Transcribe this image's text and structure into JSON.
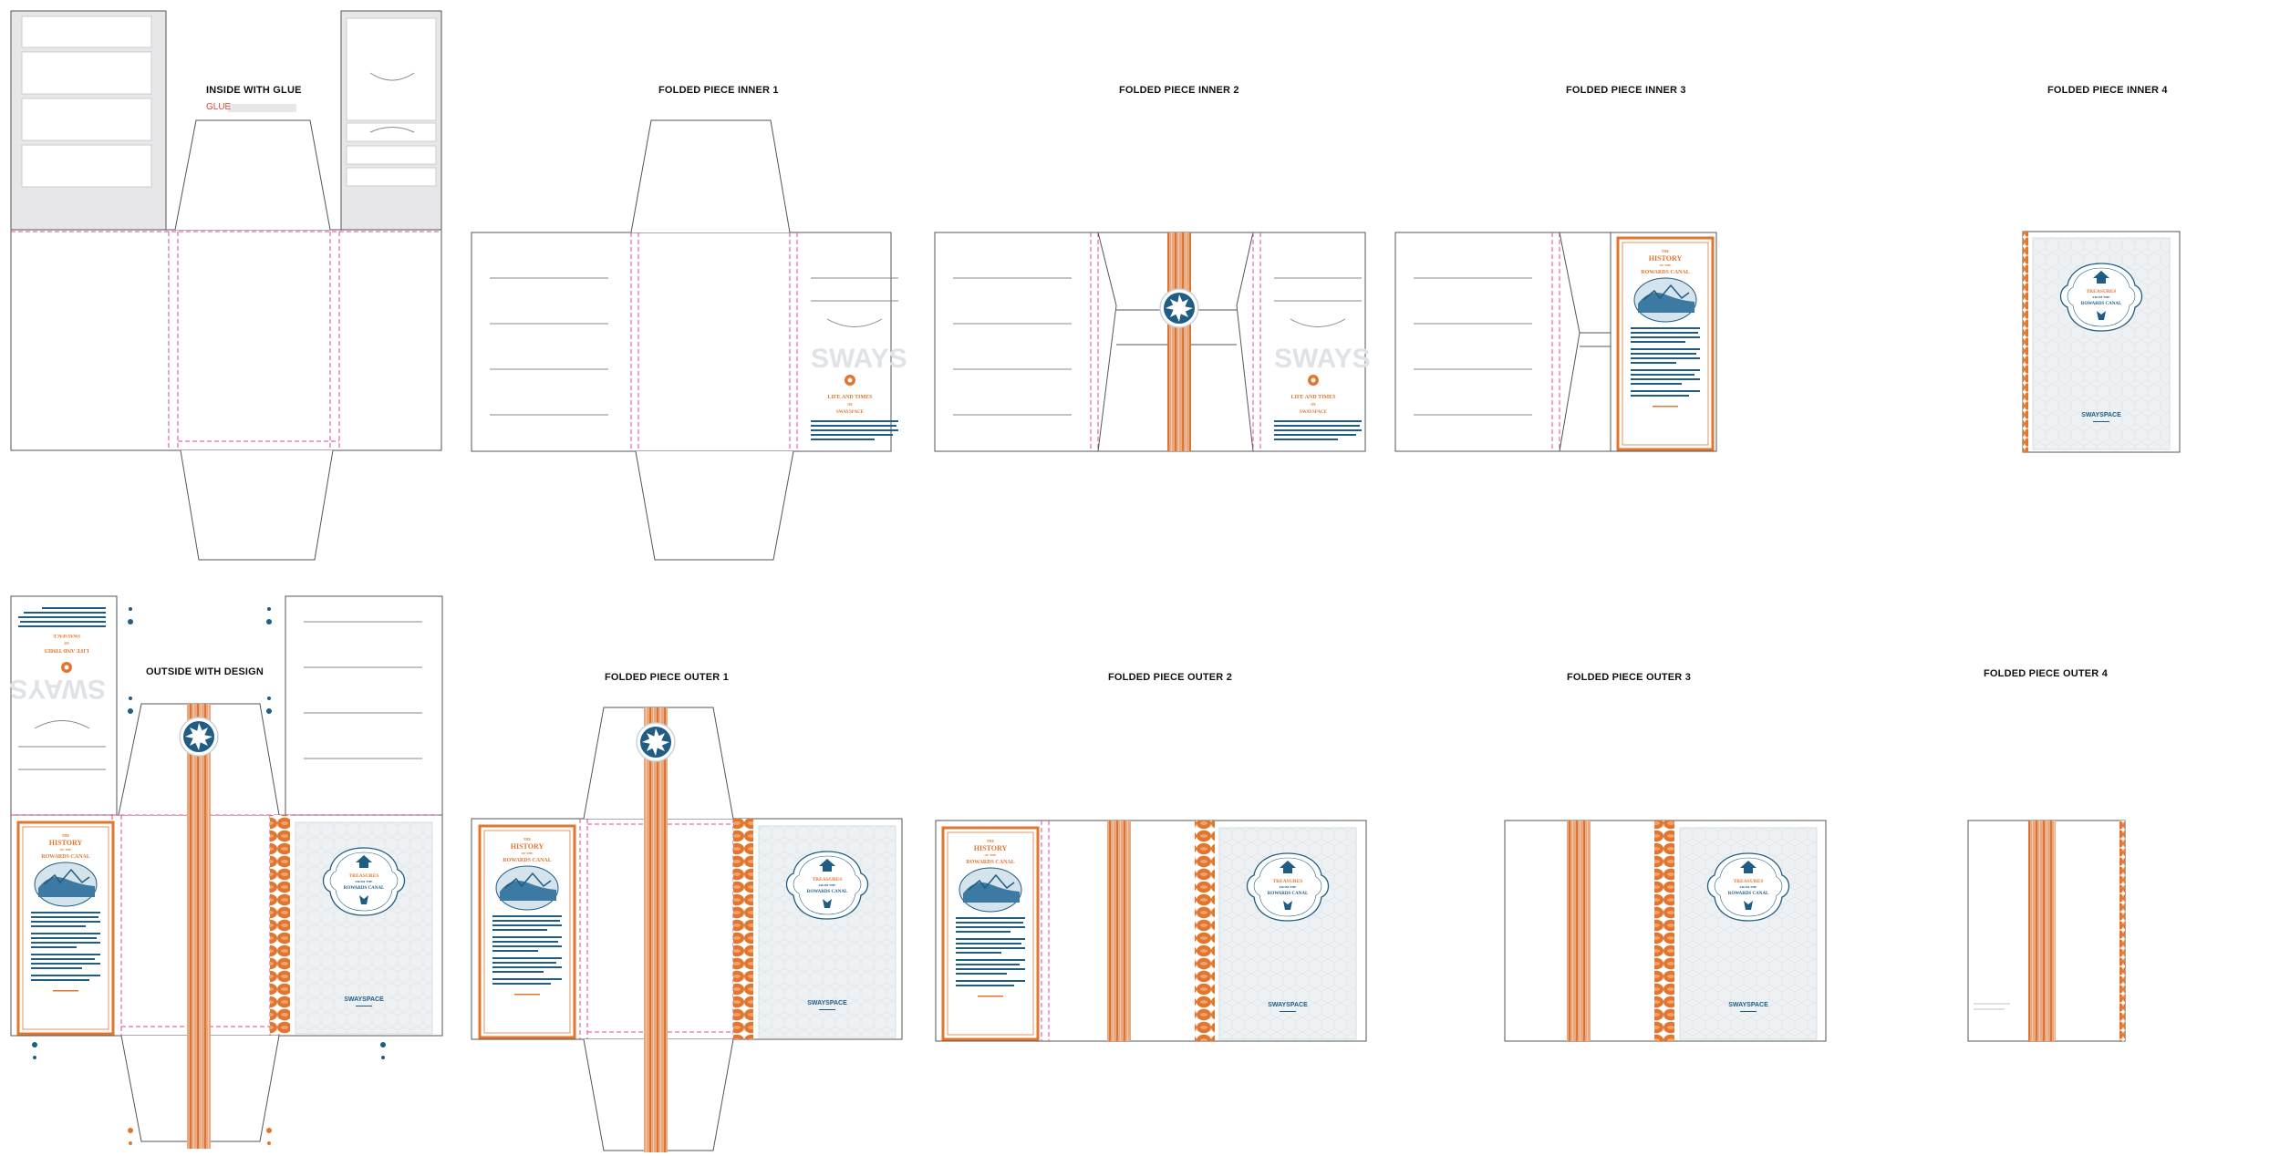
{
  "colors": {
    "orange": "#e2762f",
    "blue": "#1f5d84",
    "magenta": "#e0459d",
    "glue": "#e8413a",
    "panel": "#e7e7e9",
    "outline": "#555555"
  },
  "labels": {
    "inside_with_glue": "INSIDE WITH GLUE",
    "glue": "GLUE",
    "folded_inner_1": "FOLDED PIECE INNER 1",
    "folded_inner_2": "FOLDED PIECE INNER 2",
    "folded_inner_3": "FOLDED PIECE INNER 3",
    "folded_inner_4": "FOLDED PIECE INNER 4",
    "outside_with_design": "OUTSIDE WITH DESIGN",
    "folded_outer_1": "FOLDED PIECE OUTER 1",
    "folded_outer_2": "FOLDED PIECE OUTER 2",
    "folded_outer_3": "FOLDED PIECE OUTER 3",
    "folded_outer_4": "FOLDED PIECE OUTER 4"
  },
  "card_texts": {
    "history_top": "THE",
    "history_title": "HISTORY",
    "history_of": "OF THE",
    "history_canal": "ROWARDS CANAL",
    "treasures_title": "TREASURES",
    "treasures_from": "FROM THE",
    "treasures_canal": "ROWARDS CANAL",
    "brand": "SWAYSPACE",
    "brand_partial": "SWAYS",
    "life_times": "LIFE AND TIMES",
    "of": "OF",
    "brand_sub": "SWAYSPACE"
  },
  "icons": [
    "ship-icon",
    "wheel-icon",
    "sailboat-icon",
    "scallop-edge",
    "glue-strip"
  ]
}
